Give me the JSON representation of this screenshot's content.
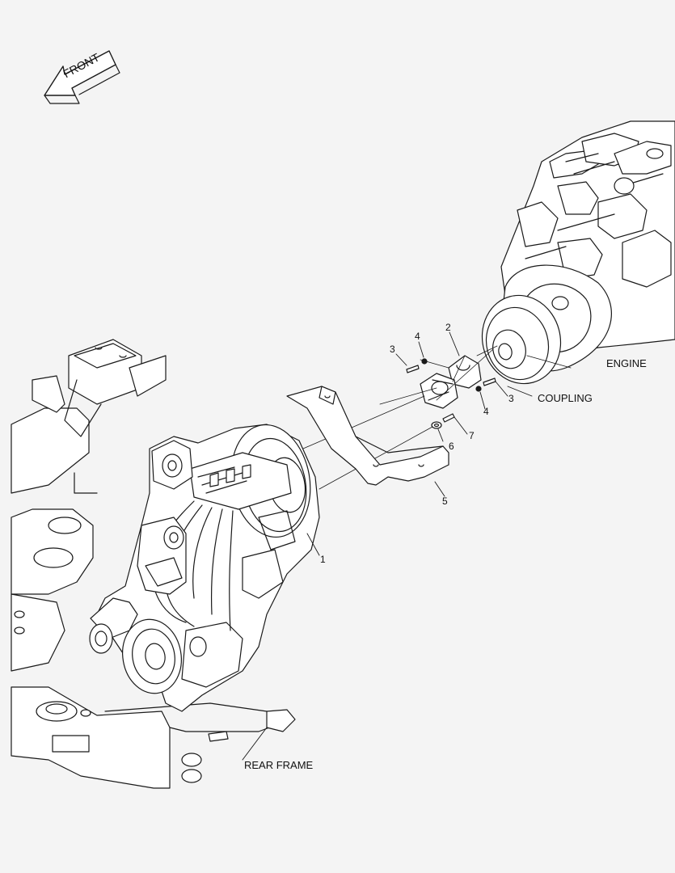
{
  "direction_arrow": {
    "text": "FRONT"
  },
  "labels": {
    "engine": "ENGINE",
    "coupling": "COUPLING",
    "rear_frame": "REAR FRAME"
  },
  "callouts": {
    "transmission": "1",
    "coupling_hub": "2",
    "bolt_upper": "3",
    "washer_upper": "4",
    "bolt_lower": "3",
    "washer_lower": "4",
    "bracket": "5",
    "washer_small": "6",
    "bolt_small": "7"
  },
  "colors": {
    "line": "#1a1a1a",
    "fill": "#ffffff",
    "background": "#f4f4f4"
  }
}
